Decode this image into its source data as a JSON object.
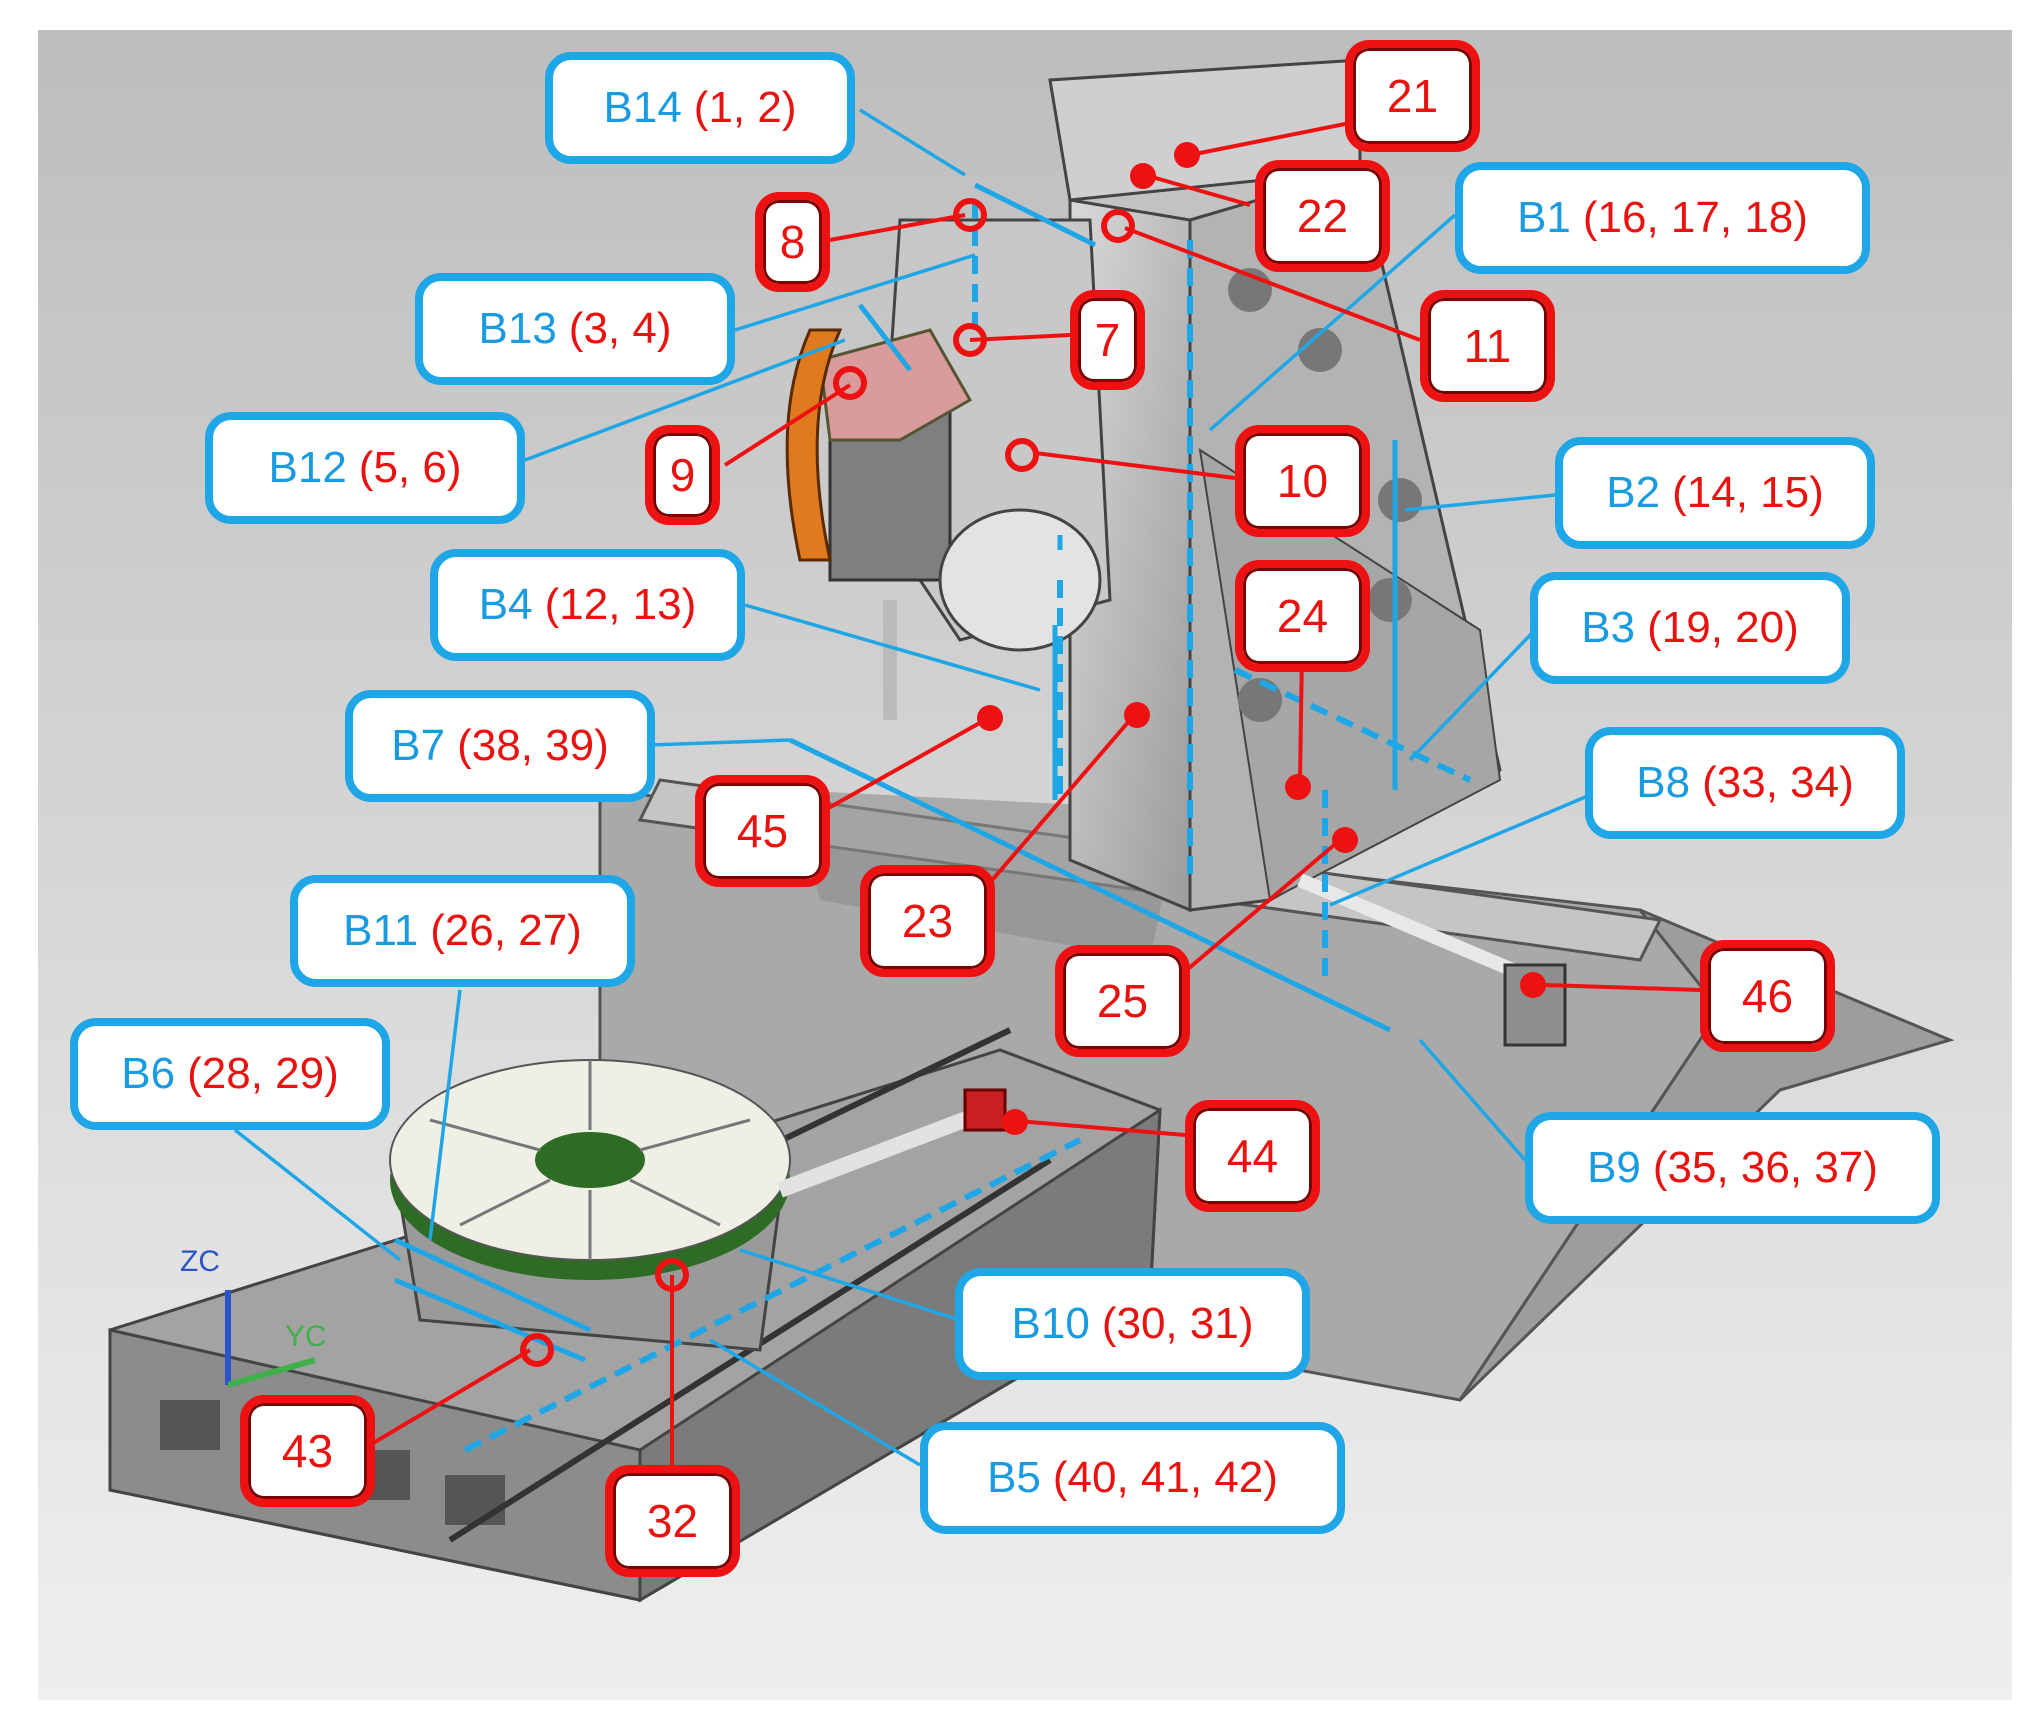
{
  "figure": {
    "blue_labels": [
      {
        "id": "B14",
        "nums": "(1, 2)"
      },
      {
        "id": "B1",
        "nums": "(16, 17, 18)"
      },
      {
        "id": "B13",
        "nums": "(3, 4)"
      },
      {
        "id": "B12",
        "nums": "(5, 6)"
      },
      {
        "id": "B2",
        "nums": "(14, 15)"
      },
      {
        "id": "B4",
        "nums": "(12, 13)"
      },
      {
        "id": "B3",
        "nums": "(19, 20)"
      },
      {
        "id": "B7",
        "nums": "(38, 39)"
      },
      {
        "id": "B8",
        "nums": "(33, 34)"
      },
      {
        "id": "B11",
        "nums": "(26, 27)"
      },
      {
        "id": "B6",
        "nums": "(28, 29)"
      },
      {
        "id": "B9",
        "nums": "(35, 36, 37)"
      },
      {
        "id": "B10",
        "nums": "(30, 31)"
      },
      {
        "id": "B5",
        "nums": "(40, 41, 42)"
      }
    ],
    "red_labels": [
      "21",
      "22",
      "8",
      "11",
      "7",
      "9",
      "10",
      "24",
      "45",
      "23",
      "25",
      "46",
      "44",
      "43",
      "32"
    ],
    "axes": {
      "z": "ZC",
      "y": "YC"
    },
    "colors": {
      "blue": "#1ea6e6",
      "red": "#ee1111",
      "machine": "#bdbdbd",
      "background": "#d4d4d4"
    }
  }
}
